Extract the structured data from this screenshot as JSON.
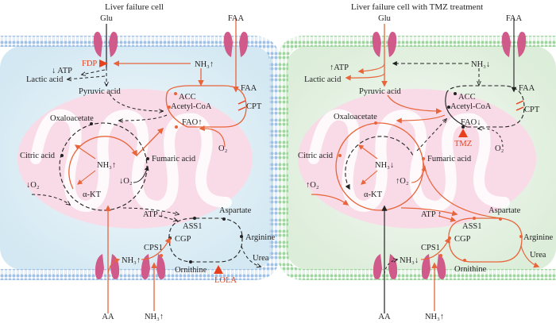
{
  "colors": {
    "orange_flow": "#e8643a",
    "red_drug": "#e8401c",
    "dashed_flow": "#222222",
    "channel": "#d05a8a",
    "mito": "#f7d6e4",
    "left_cell_fill": "#dcedf5",
    "left_membrane": "#a9c9e8",
    "right_cell_fill": "#e4f1e4",
    "right_membrane": "#a9d9a9"
  },
  "left": {
    "title": "Liver failure cell",
    "glu": "Glu",
    "faa_top": "FAA",
    "fdp": "FDP",
    "nh3_top": "NH₃↑",
    "atp_top": "↓ ATP",
    "lactic": "Lactic acid",
    "pyruvic": "Pyruvic acid",
    "acc": "ACC",
    "acetyl": "Acetyl-CoA",
    "faa_in": "FAA",
    "cpt": "CPT",
    "fao": "FAO↑",
    "o2_fao": "O₂",
    "oxalo": "Oxaloacetate",
    "citric": "Citric acid",
    "fumaric": "Fumaric acid",
    "nh3_mid": "NH₃↑",
    "o2_mid": "↓O₂",
    "o2_left": "↓O₂",
    "akt": "α-KT",
    "atp_mid": "ATP ↓",
    "aspartate": "Aspartate",
    "ass1": "ASS1",
    "cgp": "CGP",
    "arginine": "Arginine",
    "cps1": "CPS1",
    "nh3_low": "NH₃↑",
    "urea": "Urea",
    "ornithine": "Ornithine",
    "lola": "LOLA",
    "aa": "AA",
    "nh3_bottom": "NH₃↑"
  },
  "right": {
    "title": "Liver failure cell with TMZ treatment",
    "glu": "Glu",
    "faa_top": "FAA",
    "nh3_top": "NH₃↓",
    "atp_top": "↑ATP",
    "lactic": "Lactic acid",
    "pyruvic": "Pyruvic acid",
    "acc": "ACC",
    "acetyl": "Acetyl-CoA",
    "faa_in": "FAA",
    "cpt": "CPT",
    "fao": "FAO↓",
    "tmz": "TMZ",
    "o2_fao": "O₂",
    "oxalo": "Oxaloacetate",
    "citric": "Citric acid",
    "fumaric": "Fumaric acid",
    "nh3_mid": "NH₃↓",
    "o2_mid": "↑O₂",
    "o2_left": "↑O₂",
    "akt": "α-KT",
    "atp_mid": "ATP ↑",
    "aspartate": "Aspartate",
    "ass1": "ASS1",
    "cgp": "CGP",
    "arginine": "Arginine",
    "cps1": "CPS1",
    "nh3_low": "NH₃↓",
    "urea": "Urea",
    "ornithine": "Ornithine",
    "aa": "AA",
    "nh3_bottom": "NH₃↑"
  }
}
